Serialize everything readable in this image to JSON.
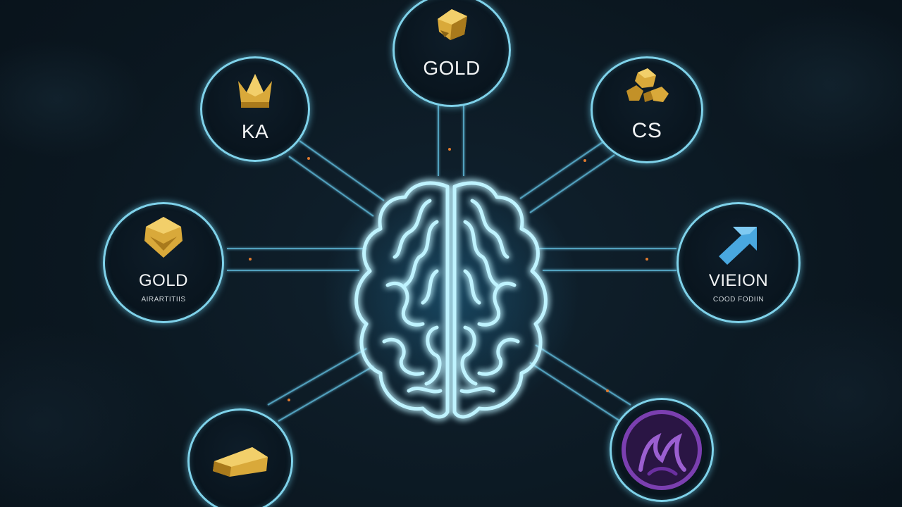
{
  "nodes": {
    "top": {
      "label": "GOLD",
      "icon": "gold-nugget-icon"
    },
    "top_left": {
      "label": "KA",
      "icon": "crown-icon"
    },
    "top_right": {
      "label": "CS",
      "icon": "gold-ore-icon"
    },
    "mid_left": {
      "label": "GOLD",
      "sub": "AIRARTITIIS",
      "icon": "gold-shield-icon"
    },
    "mid_right": {
      "label": "VIEION",
      "sub": "COOD FODIIN",
      "icon": "arrow-up-right-icon"
    },
    "bottom_left": {
      "icon": "gold-bar-icon"
    },
    "bottom_right": {
      "icon": "purple-emblem-icon"
    }
  },
  "center": {
    "icon": "brain-icon"
  },
  "colors": {
    "background": "#0b1620",
    "ring": "#7fd2ea",
    "gold": "#d9a93a",
    "arrow": "#49a8e0",
    "purple": "#7b3fb0"
  }
}
